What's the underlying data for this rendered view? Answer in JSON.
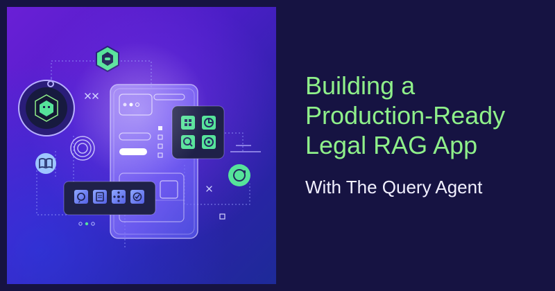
{
  "heading": {
    "lines": [
      "Building a",
      "Production-Ready",
      "Legal RAG App"
    ],
    "subtitle": "With The Query Agent"
  },
  "illustration": {
    "icons": [
      "hexagon-agent-icon",
      "robot-agent-icon",
      "book-icon",
      "concentric-circles-icon",
      "phone-mockup",
      "grid-apps-icon",
      "chart-icon",
      "search-icon",
      "target-icon",
      "chat-icon",
      "document-icon",
      "network-icon",
      "check-icon",
      "refresh-icon",
      "close-icon"
    ]
  },
  "colors": {
    "background": "#161342",
    "title": "#8ff08a",
    "subtitle": "#f1f0ff",
    "accent": "#4fe3a0",
    "panel": "#8b7cff"
  }
}
